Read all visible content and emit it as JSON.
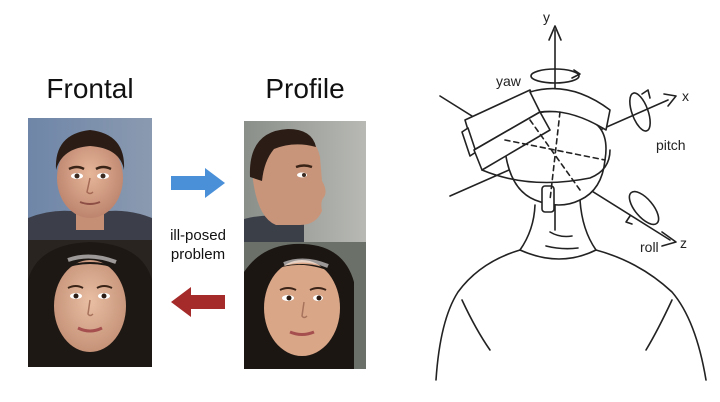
{
  "titles": {
    "frontal": "Frontal",
    "profile": "Profile"
  },
  "caption": {
    "line1": "ill-posed",
    "line2": "problem"
  },
  "arrows": {
    "forward_color": "#4a90d9",
    "backward_color": "#a52a2a"
  },
  "axes": {
    "y": "y",
    "x": "x",
    "z": "z",
    "yaw": "yaw",
    "pitch": "pitch",
    "roll": "roll"
  }
}
